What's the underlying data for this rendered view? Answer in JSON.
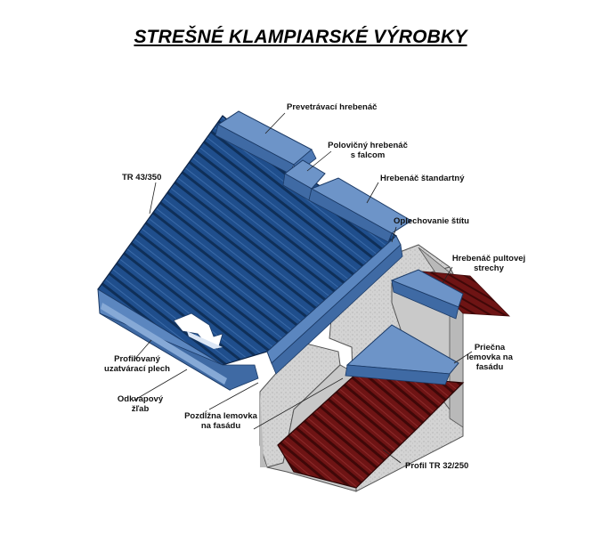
{
  "title": "STREŠNÉ KLAMPIARSKÉ VÝROBKY",
  "labels": {
    "prevetravaci_hrebenac": "Prevetrávací hrebenáč",
    "polovicny_hrebenac_1": "Polovičný hrebenáč",
    "polovicny_hrebenac_2": "s falcom",
    "tr43": "TR 43/350",
    "hrebenac_standartny": "Hrebenáč štandartný",
    "oplechovanie_stitu": "Oplechovanie štítu",
    "hrebenac_pultovej_1": "Hrebenáč pultovej",
    "hrebenac_pultovej_2": "strechy",
    "profilovany_1": "Profilovaný",
    "profilovany_2": "uzatvárací plech",
    "priecna_1": "Priečna",
    "priecna_2": "lemovka na",
    "priecna_3": "fasádu",
    "odkvapovy_1": "Odkvapový",
    "odkvapovy_2": "žľab",
    "pozdlzna_1": "Pozdĺžna lemovka",
    "pozdlzna_2": "na fasádu",
    "profil_tr32": "Profil TR 32/250"
  },
  "colors": {
    "roof_blue": "#1f4e8c",
    "roof_blue_dark": "#163b6c",
    "flashing_blue": "#5b86bf",
    "roof_red": "#6e1414",
    "wall_gray": "#d8d8d8"
  }
}
